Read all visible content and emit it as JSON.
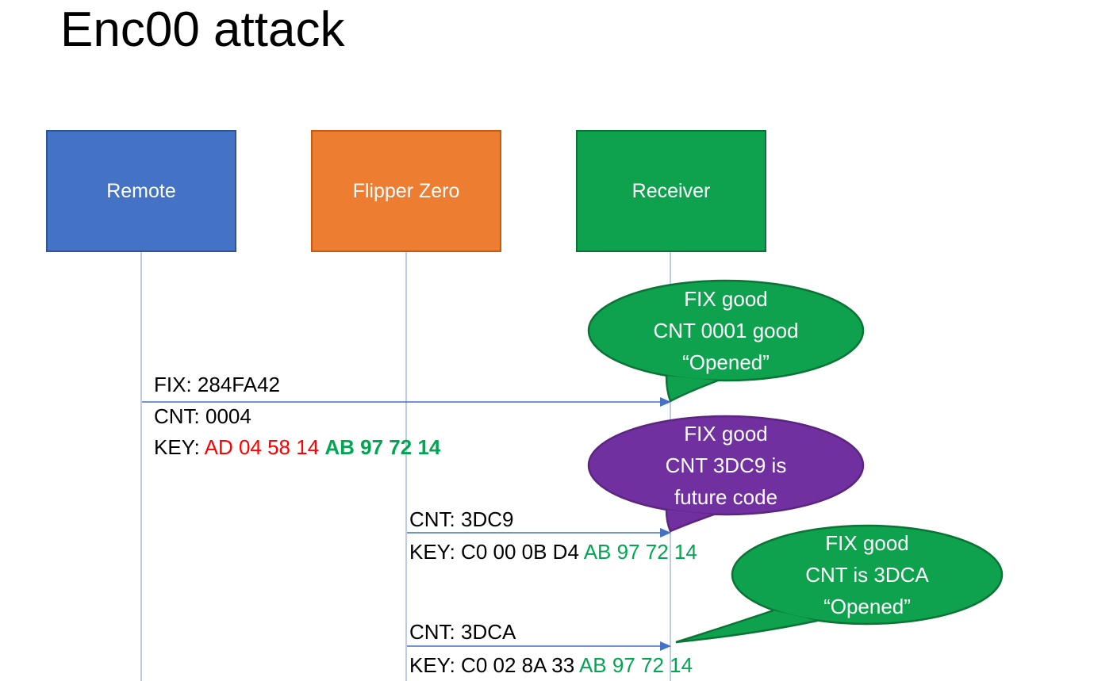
{
  "title": "Enc00 attack",
  "actors": {
    "remote": {
      "label": "Remote",
      "color": "#4472C4"
    },
    "flipper": {
      "label": "Flipper Zero",
      "color": "#ED7D31"
    },
    "receiver": {
      "label": "Receiver",
      "color": "#0FA24E"
    }
  },
  "messages": {
    "m1": {
      "fix": "FIX: 284FA42",
      "cnt": "CNT: 0004",
      "key_label": "KEY: ",
      "key_variable": "AD 04 58 14 ",
      "key_fixed": "AB 97 72 14"
    },
    "m2": {
      "cnt": "CNT: 3DC9",
      "key_label": "KEY: C0 00 0B D4 ",
      "key_fixed": "AB 97 72 14"
    },
    "m3": {
      "cnt": "CNT: 3DCA",
      "key_label": "KEY: C0 02 8A 33 ",
      "key_fixed": "AB 97 72 14"
    }
  },
  "callouts": {
    "c1": {
      "line1": "FIX good",
      "line2": "CNT 0001 good",
      "line3": "“Opened”",
      "color": "#0FA24E"
    },
    "c2": {
      "line1": "FIX good",
      "line2": "CNT 3DC9 is",
      "line3": "future code",
      "color": "#7030A0"
    },
    "c3": {
      "line1": "FIX good",
      "line2": "CNT is 3DCA",
      "line3": "“Opened”",
      "color": "#0FA24E"
    }
  },
  "colors": {
    "arrow": "#4472C4",
    "lifeline": "#A7BBDC",
    "key_variable_red": "#FF0000",
    "key_fixed_green": "#00A651",
    "callout_green_border": "#0A7436",
    "callout_purple_border": "#5B2580"
  }
}
